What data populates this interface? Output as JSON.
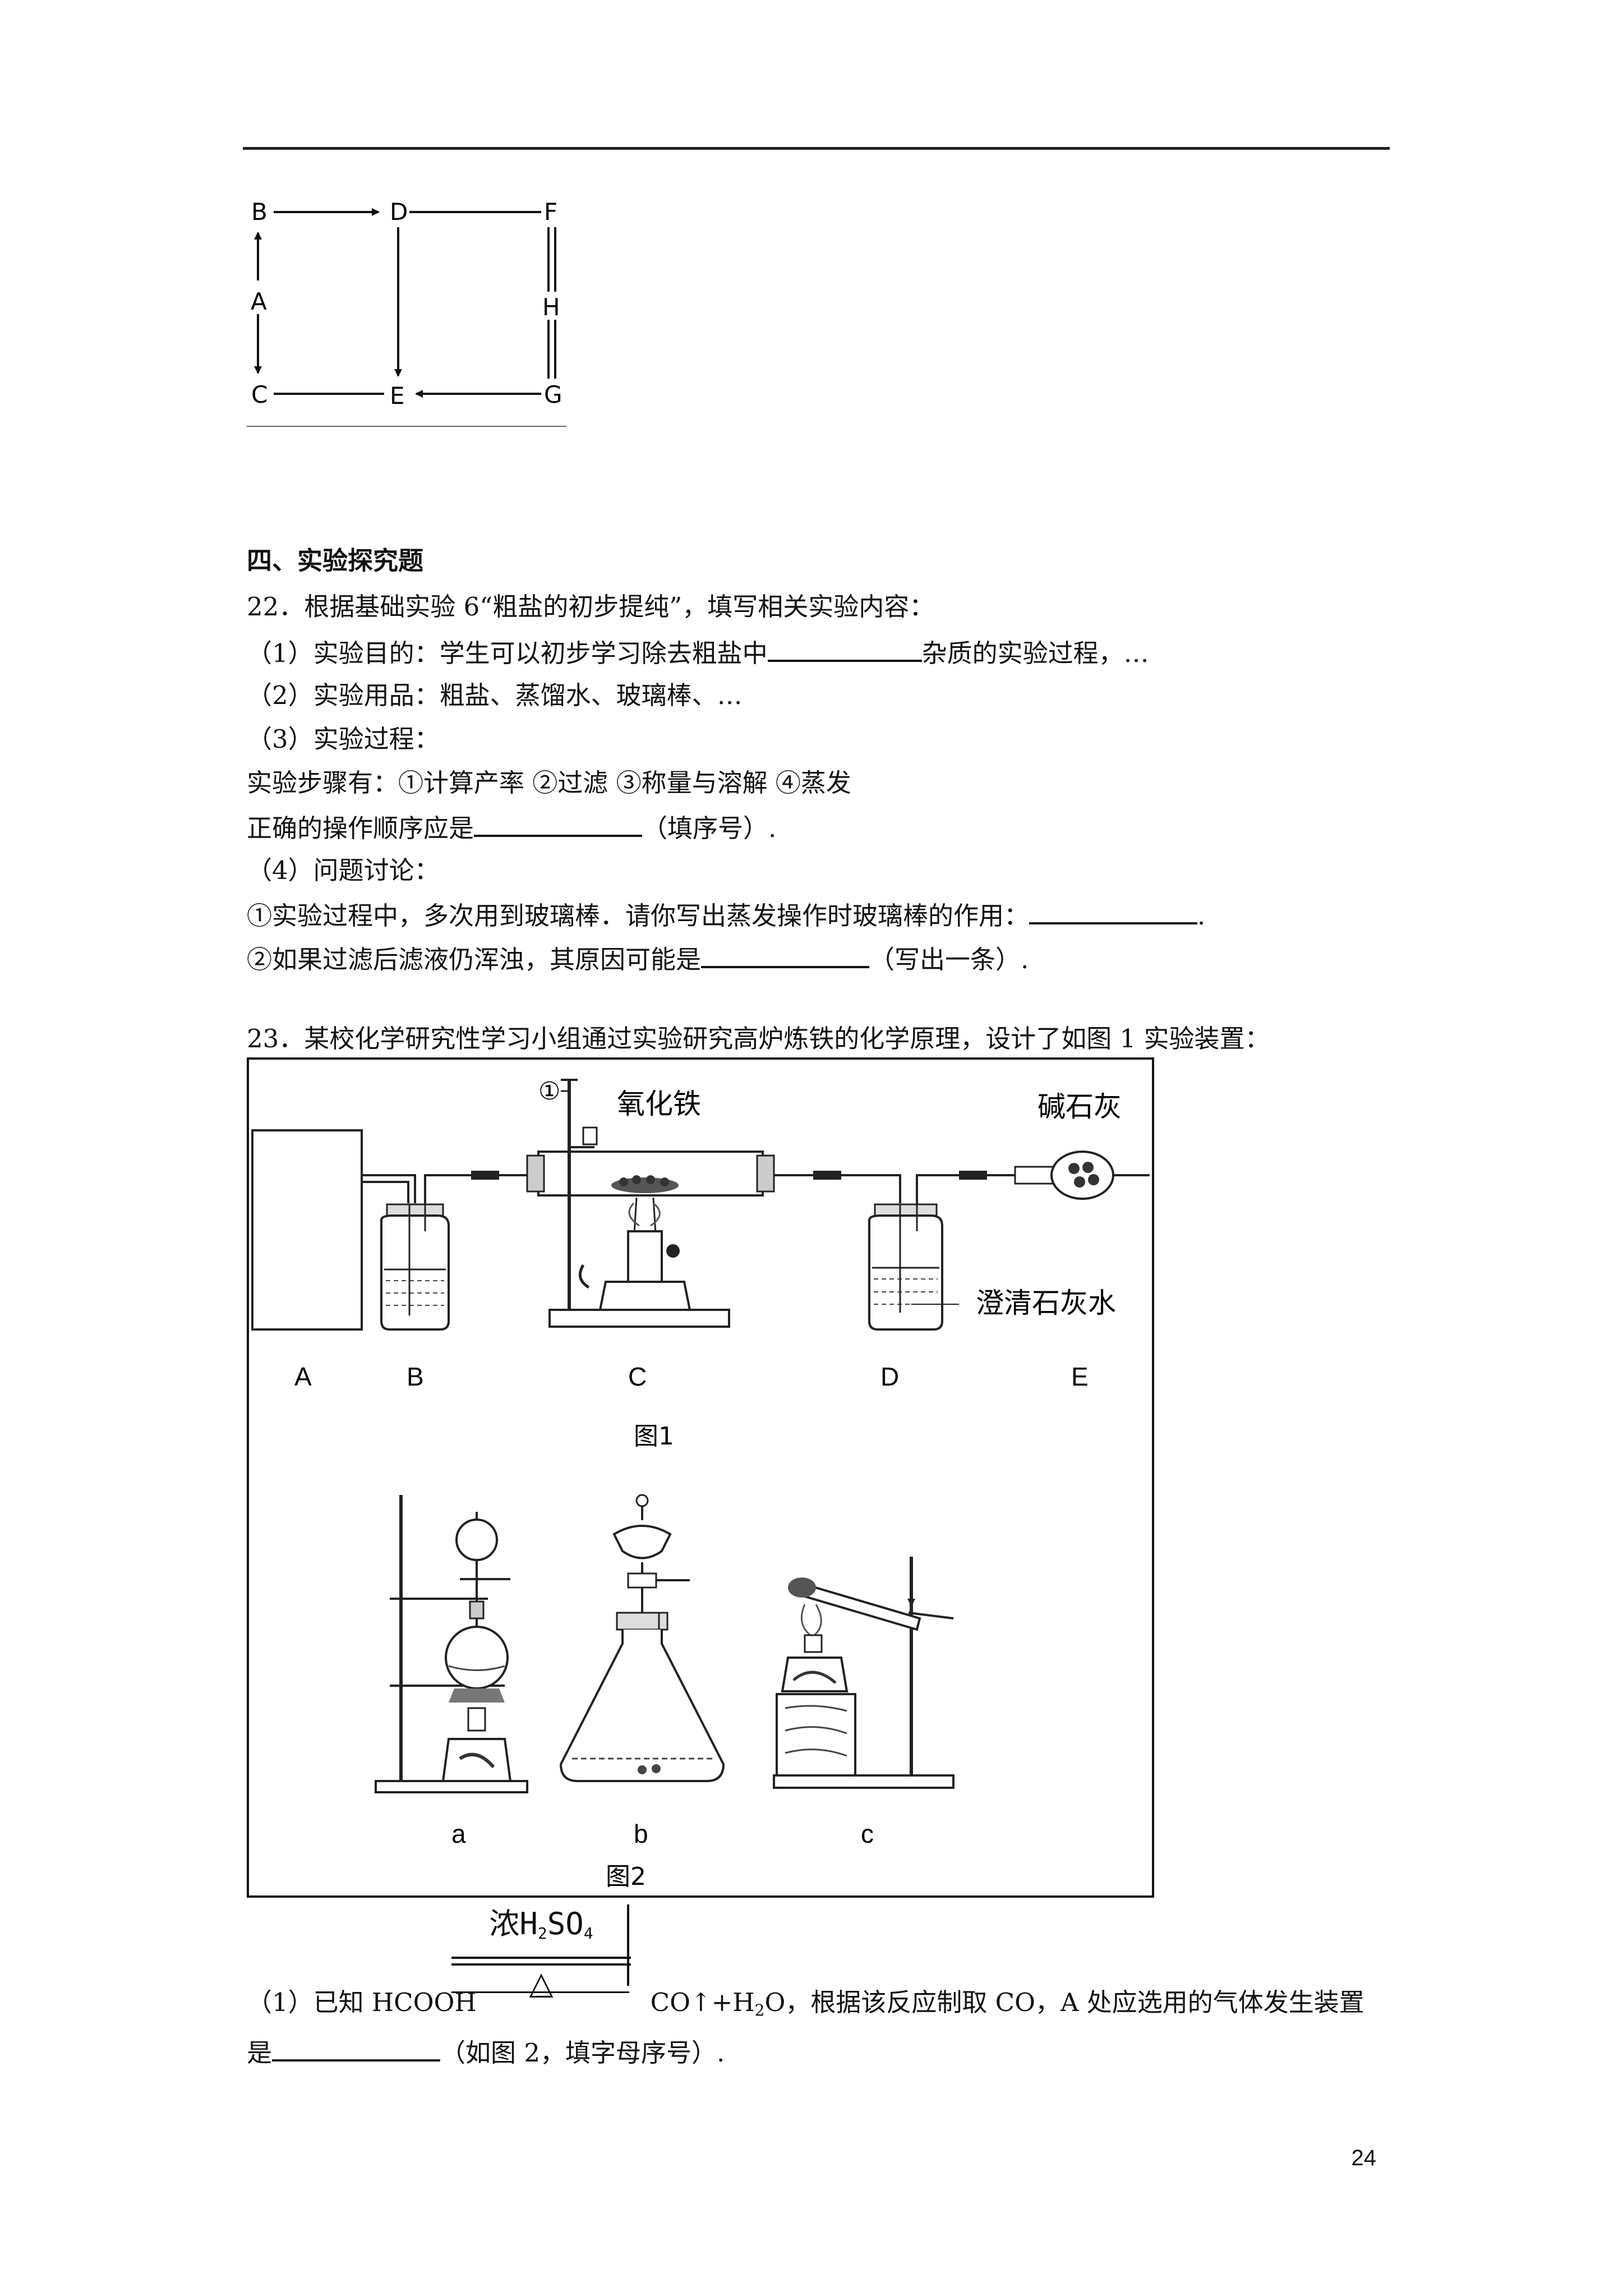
{
  "diagram": {
    "nodes": [
      "A",
      "B",
      "C",
      "D",
      "E",
      "F",
      "G",
      "H"
    ]
  },
  "section_heading": "四、实验探究题",
  "q22": {
    "stem": "22．根据基础实验 6“粗盐的初步提纯”，填写相关实验内容：",
    "p1_a": "（1）实验目的：学生可以初步学习除去粗盐中",
    "p1_b": "杂质的实验过程，…",
    "p2": "（2）实验用品：粗盐、蒸馏水、玻璃棒、…",
    "p3": "（3）实验过程：",
    "steps": "实验步骤有：①计算产率 ②过滤 ③称量与溶解 ④蒸发",
    "order_a": "正确的操作顺序应是",
    "order_b": "（填序号）.",
    "p4": "（4）问题讨论：",
    "d1_a": "①实验过程中，多次用到玻璃棒．请你写出蒸发操作时玻璃棒的作用：",
    "d1_b": ".",
    "d2_a": "②如果过滤后滤液仍浑浊，其原因可能是",
    "d2_b": "（写出一条）."
  },
  "q23": {
    "stem": "23．某校化学研究性学习小组通过实验研究高炉炼铁的化学原理，设计了如图 1 实验装置：",
    "fig1": {
      "label_circle": "①",
      "label_fe2o3": "氧化铁",
      "label_soda_lime": "碱石灰",
      "label_limewater": "澄清石灰水",
      "apparatus_letters": [
        "A",
        "B",
        "C",
        "D",
        "E"
      ],
      "caption": "图1"
    },
    "fig2": {
      "apparatus_letters": [
        "a",
        "b",
        "c"
      ],
      "caption": "图2"
    },
    "cond_top": "浓H",
    "cond_top_sub": "2",
    "cond_top_b": "SO",
    "cond_top_sub2": "4",
    "cond_bottom": "△",
    "s1_a": "（1）已知 HCOOH",
    "s1_b": "CO↑+H",
    "s1_sub": "2",
    "s1_c": "O，根据该反应制取 CO，A 处应选用的气体发生装置",
    "s2_a": "是",
    "s2_b": "（如图 2，填字母序号）."
  },
  "page_number": "24"
}
